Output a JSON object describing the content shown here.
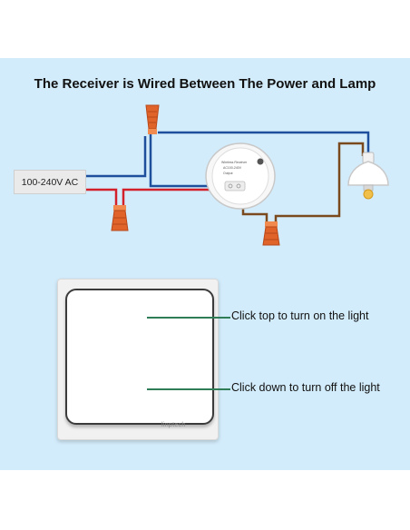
{
  "title": "The Receiver is Wired Between The Power and Lamp",
  "power_source": {
    "label": "100-240V AC"
  },
  "receiver": {
    "tag_line1": "Wireless Receiver",
    "tag_line2": "AC100-240V",
    "tag_line3": "Output"
  },
  "switch": {
    "brand": "linptech"
  },
  "callouts": {
    "top": "Click top to turn on the light",
    "bottom": "Click down to turn off the light"
  },
  "colors": {
    "panel_bg": "#d3ecfb",
    "wire_live": "#d3212b",
    "wire_neutral": "#1d4f9c",
    "wire_load": "#7a4a1e",
    "connector": "#e0632a",
    "callout_line": "#2e7d57"
  }
}
